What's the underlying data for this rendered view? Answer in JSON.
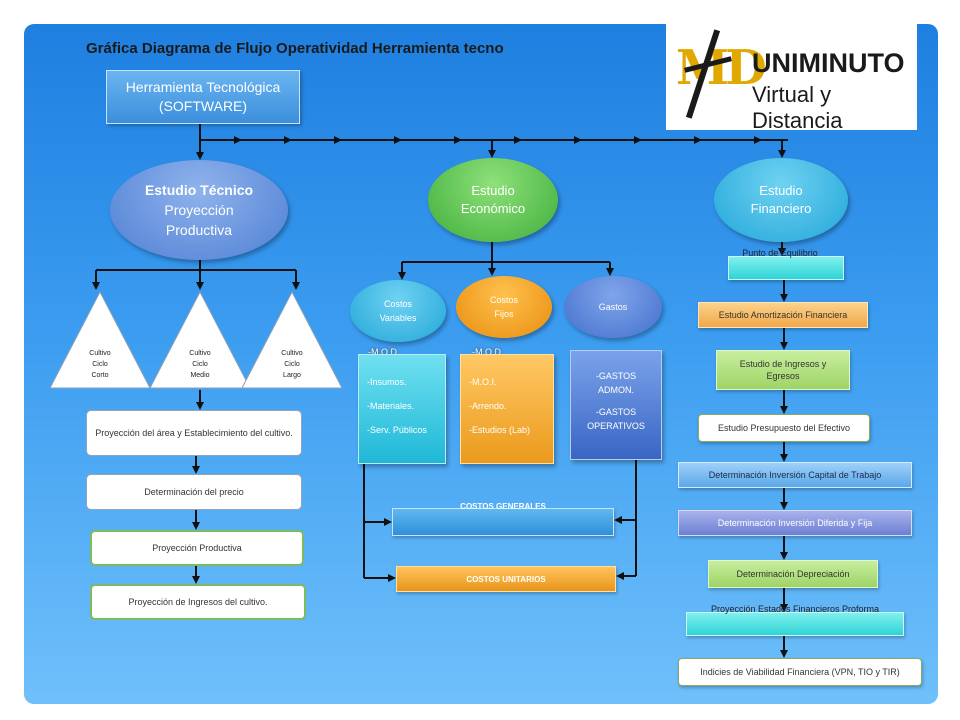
{
  "title": "Gráfica Diagrama de Flujo Operatividad Herramienta tecno",
  "logo": {
    "monogram": "MD",
    "line1": "UNIMINUTO",
    "line2": "Virtual y Distancia"
  },
  "software": {
    "line1": "Herramienta Tecnológica",
    "line2": "(SOFTWARE)"
  },
  "tecnico": {
    "line1": "Estudio Técnico",
    "line2": "Proyección",
    "line3": "Productiva",
    "cultivos": [
      {
        "l1": "Cultivo",
        "l2": "Ciclo",
        "l3": "Corto"
      },
      {
        "l1": "Cultivo",
        "l2": "Ciclo",
        "l3": "Medio"
      },
      {
        "l1": "Cultivo",
        "l2": "Ciclo",
        "l3": "Largo"
      }
    ],
    "steps": [
      "Proyección del área y Establecimiento del cultivo.",
      "Determinación del precio",
      "Proyección Productiva",
      "Proyección de Ingresos del cultivo."
    ]
  },
  "economico": {
    "line1": "Estudio",
    "line2": "Económico",
    "variables": {
      "l1": "Costos",
      "l2": "Variables",
      "mod": "-M.O.D",
      "items": [
        "-Insumos.",
        "-Materiales.",
        "-Serv. Públicos"
      ]
    },
    "fijos": {
      "l1": "Costos",
      "l2": "Fijos",
      "mod": "-M.O.D",
      "items": [
        "-M.O.I.",
        "-Arrendo.",
        "-Estudios (Lab)"
      ]
    },
    "gastos": {
      "label": "Gastos",
      "items": [
        "-GASTOS",
        "ADMON.",
        "-GASTOS",
        "OPERATIVOS"
      ]
    },
    "costos_generales": "COSTOS GENERALES",
    "costos_unitarios": "COSTOS UNITARIOS"
  },
  "financiero": {
    "line1": "Estudio",
    "line2": "Financiero",
    "steps": [
      "Punto de Equilibrio",
      "Estudio Amortización Financiera",
      "Estudio de Ingresos y Egresos",
      "Estudio Presupuesto del Efectivo",
      "Determinación Inversión Capital de Trabajo",
      "Determinación Inversión Diferida y Fija",
      "Determinación Depreciación",
      "Proyección Estados Financieros Proforma",
      "Indicies de Viabilidad Financiera (VPN, TIO y TIR)"
    ]
  }
}
